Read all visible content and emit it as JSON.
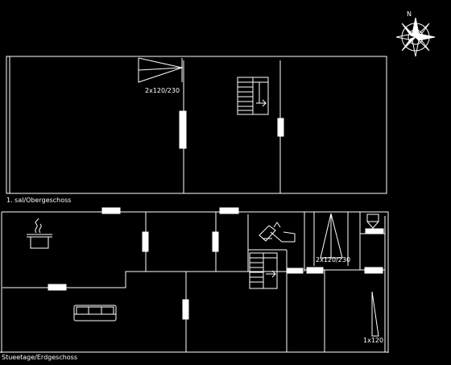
{
  "colors": {
    "background": "#000000",
    "line": "#ffffff"
  },
  "compass": {
    "north_label": "N"
  },
  "floors": {
    "upper": {
      "label": "1. sal/Obergeschoss",
      "window_label": "2x120/230"
    },
    "ground": {
      "label": "Stueetage/Erdgeschoss",
      "window_label_a": "2x120/230",
      "window_label_b": "1x120"
    }
  },
  "icons": [
    "compass-rose-icon",
    "stairs-icon",
    "cooking-pot-icon",
    "sofa-icon",
    "armchair-icon",
    "toilet-icon"
  ]
}
